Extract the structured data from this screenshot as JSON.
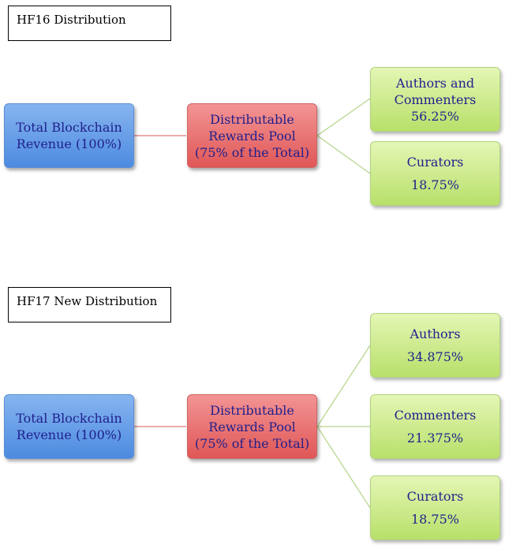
{
  "hf16": {
    "title": "HF16 Distribution",
    "source": {
      "line1": "Total Blockchain",
      "line2": "Revenue (100%)"
    },
    "pool": {
      "line1": "Distributable",
      "line2": "Rewards Pool",
      "line3": "(75% of the Total)"
    },
    "authors_commenters": {
      "line1": "Authors and",
      "line2": "Commenters",
      "line3": "56.25%"
    },
    "curators": {
      "line1": "Curators",
      "line2": "18.75%"
    }
  },
  "hf17": {
    "title": "HF17 New Distribution",
    "source": {
      "line1": "Total Blockchain",
      "line2": "Revenue (100%)"
    },
    "pool": {
      "line1": "Distributable",
      "line2": "Rewards Pool",
      "line3": "(75% of the Total)"
    },
    "authors": {
      "line1": "Authors",
      "line2": "34.875%"
    },
    "commenters": {
      "line1": "Commenters",
      "line2": "21.375%"
    },
    "curators": {
      "line1": "Curators",
      "line2": "18.75%"
    }
  },
  "colors": {
    "connector_red": "#e07a7a",
    "connector_green": "#b5d48a",
    "text": "#1f1f8c"
  }
}
